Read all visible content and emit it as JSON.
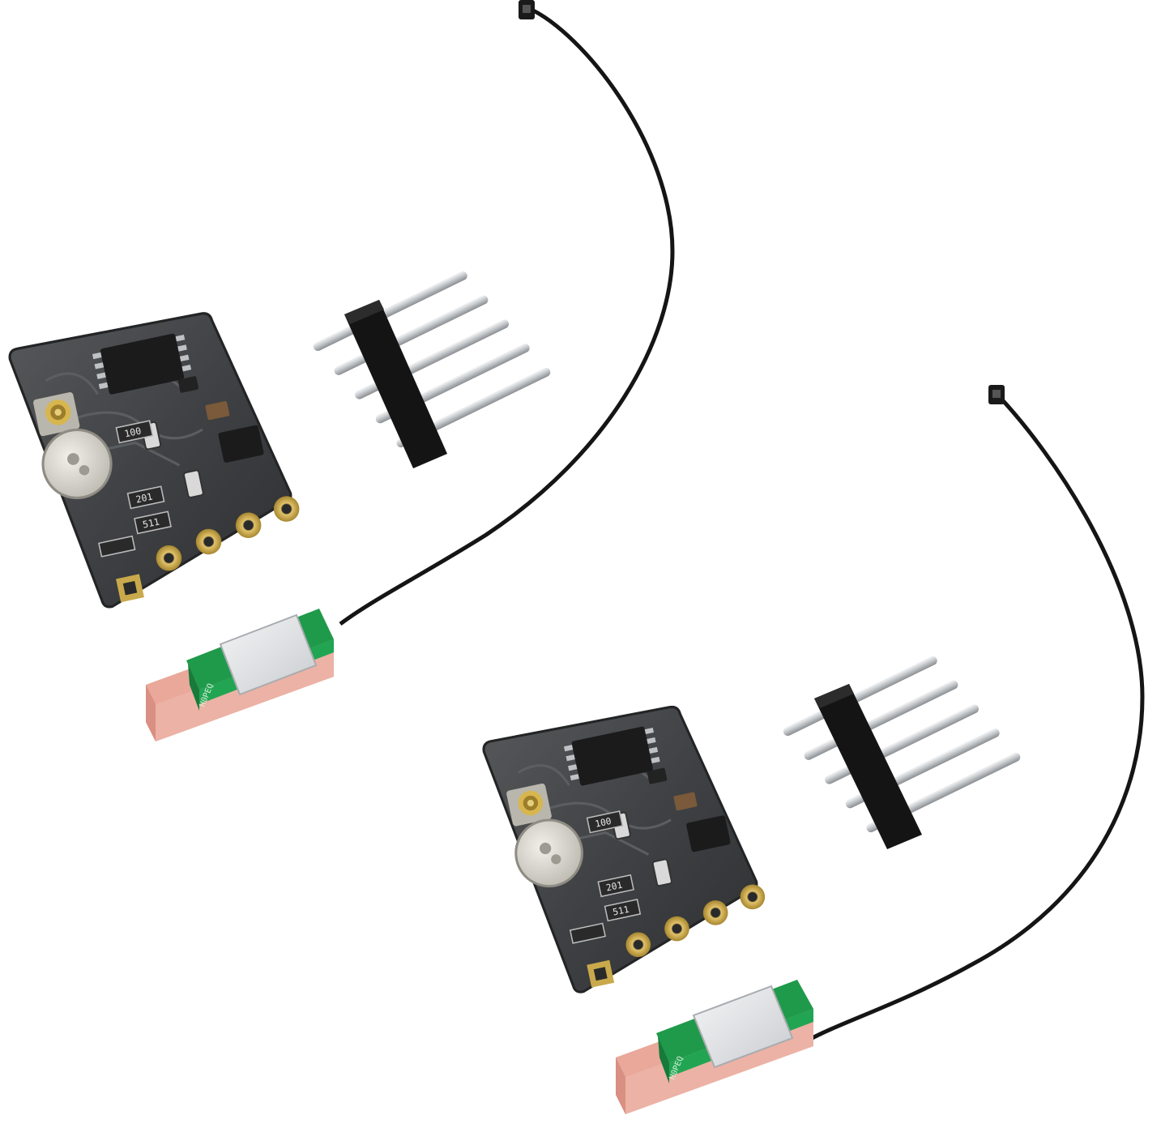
{
  "photo": {
    "background": "#ffffff",
    "kits": [
      {
        "board": {
          "resistor_marks": [
            "100",
            "201",
            "511"
          ]
        },
        "antenna": {
          "pcb_text": "H0PEQ"
        }
      },
      {
        "board": {
          "resistor_marks": [
            "100",
            "201",
            "511"
          ]
        },
        "antenna": {
          "pcb_text": "H0PEQ"
        }
      }
    ],
    "colors": {
      "pcb": "#3d3f42",
      "pcb_edge": "#2a2b2d",
      "pad_gold": "#c9a94b",
      "chip": "#1b1b1c",
      "cable": "#151515",
      "pin_silver": "#cfd2d6",
      "pin_housing": "#141414",
      "antenna_ceramic": "#e9a89a",
      "antenna_pcb": "#1f9a4a",
      "shield": "#e4e6e8",
      "battery": "#d8d6cf"
    }
  }
}
